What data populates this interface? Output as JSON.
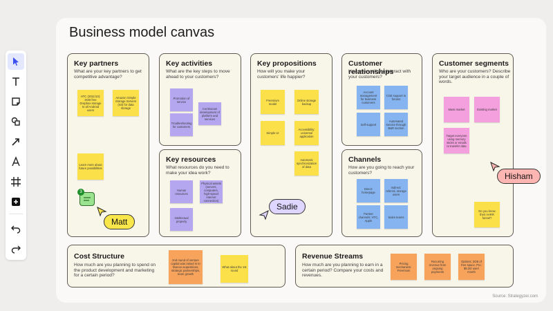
{
  "board": {
    "title": "Business model canvas",
    "source": "Source: Strategyzer.com"
  },
  "toolbar": {
    "tools": [
      "select-icon",
      "text-icon",
      "sticky-note-icon",
      "shapes-icon",
      "arrow-icon",
      "pen-icon",
      "frame-icon",
      "plus-icon",
      "undo-icon",
      "redo-icon"
    ]
  },
  "panels": {
    "key_partners": {
      "title": "Key partners",
      "question": "What are your key partners to get competitive advantage?",
      "notes": [
        "HTC (2011/10): SGB free Dropbox storage to all Android users",
        "Amazon Simple Storage Servers (S3) for data storage",
        "Learn more about future possibilities"
      ]
    },
    "key_activities": {
      "title": "Key activities",
      "question": "What are the key steps to move ahead to your customers?",
      "notes": [
        "Promotion of service",
        "Continuous development of platform and services",
        "Troubleshooting for customers"
      ]
    },
    "key_resources": {
      "title": "Key resources",
      "question": "What resources do you need to make your idea work?",
      "notes": [
        "Human resources",
        "Physical assets (servers, computers, high-speed internet connection)",
        "Intellectual property"
      ]
    },
    "key_propositions": {
      "title": "Key propositions",
      "question": "How will you make your customers' life happier?",
      "notes": [
        "Freemium model",
        "Online storage backup",
        "Simple UI",
        "Accessibility: universal application",
        "Automatic synchronization of data"
      ]
    },
    "customer_relationships": {
      "title": "Customer relationships",
      "question": "How often will you interact with your customers?",
      "notes": [
        "Account management for business customers",
        "CSE support in forums",
        "Self-support",
        "Automated service through B&R section"
      ]
    },
    "channels": {
      "title": "Channels",
      "question": "How are you going to reach your customers?",
      "notes": [
        "Direct: homepage",
        "Indirect: referral, storage users",
        "Partner channels: HTC, Apple",
        "Sales teams"
      ]
    },
    "customer_segments": {
      "title": "Customer segments",
      "question": "Who are your customers? Describe your target audience in a couple of words.",
      "notes": [
        "Mass market",
        "Existing market",
        "Target everyone using memory sticks or emails to transfer data",
        "Do you know their AARR funnel?"
      ]
    },
    "cost_structure": {
      "title": "Cost Structure",
      "question": "How much are you planning to spend on the product development and marketing for a certain period?",
      "notes": [
        "2nd round of venture capital was raised in to finance acquisitions, strategic partnerships, team growth",
        "What about the 1st round"
      ]
    },
    "revenue_streams": {
      "title": "Revenue Streams",
      "question": "How much are you planning to earn in a certain period? Compare your costs and revenues.",
      "notes": [
        "Pricing mechanism: Freemium",
        "Recurring revenue from ongoing payments",
        "Options: 2GB of free space, Pro: $9.20/ user/ month"
      ]
    }
  },
  "cursors": {
    "matt": "Matt",
    "sadie": "Sadie",
    "hisham": "Hisham"
  },
  "comment": {
    "count": "3"
  },
  "colors": {
    "yellow": "#fbe04a",
    "blue": "#86b4f0",
    "purple": "#b4a7f0",
    "pink": "#f49fde",
    "orange": "#f8a35c",
    "matt": "#f9e64a",
    "sadie": "#dfd6ff",
    "hisham": "#ffb5b1"
  }
}
